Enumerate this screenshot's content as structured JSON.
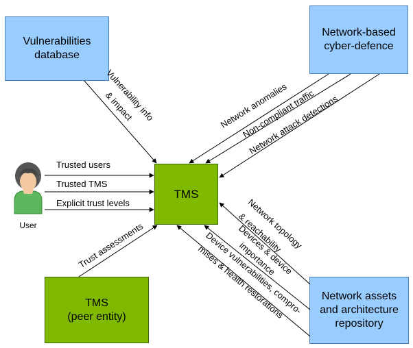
{
  "nodes": {
    "vuln_db": {
      "line1": "Vulnerabilities",
      "line2": "database"
    },
    "net_cyber": {
      "line1": "Network-based",
      "line2": "cyber-defence"
    },
    "tms_center": {
      "label": "TMS"
    },
    "tms_peer": {
      "line1": "TMS",
      "line2": "(peer entity)"
    },
    "assets_repo": {
      "line1": "Network assets",
      "line2": "and architecture",
      "line3": "repository"
    },
    "user": {
      "label": "User"
    }
  },
  "edges": {
    "vuln_info_1": "Vulnerability info",
    "vuln_info_2": "& impact",
    "net_anomalies": "Network anomalies",
    "non_compliant": "Non-compliant traffic",
    "attack_detections": "Network attack detections",
    "trusted_users": "Trusted users",
    "trusted_tms": "Trusted TMS",
    "explicit_trust": "Explicit trust levels",
    "trust_assessments": "Trust assessments",
    "topology_1": "Network topology",
    "topology_2": "& reachability",
    "devices_1": "Devices & device",
    "devices_2": "importance",
    "device_vuln_1": "Device vulnerabilities, compro-",
    "device_vuln_2": "mises & health restorations"
  },
  "colors": {
    "blue_fill": "#99ccff",
    "green_fill": "#7fba00",
    "arrow": "#000000"
  }
}
